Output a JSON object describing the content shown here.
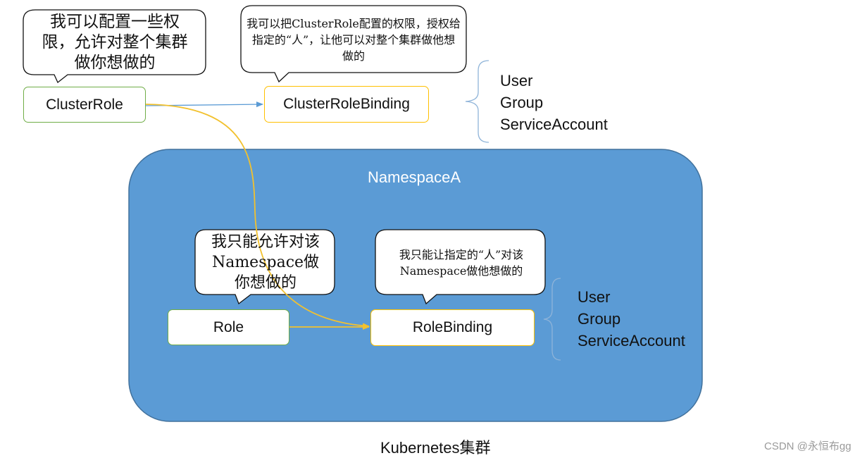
{
  "bubbles": {
    "clusterrole_note": "我可以配置一些权限，允许对整个集群做你想做的",
    "clusterrolebinding_note": "我可以把ClusterRole配置的权限，授权给指定的“人”，让他可以对整个集群做他想做的",
    "role_note": "我只能允许对该Namespace做你想做的",
    "rolebinding_note": "我只能让指定的“人”对该Namespace做他想做的"
  },
  "nodes": {
    "cluster_role": "ClusterRole",
    "cluster_role_binding": "ClusterRoleBinding",
    "role": "Role",
    "role_binding": "RoleBinding"
  },
  "subjects_top": [
    "User",
    "Group",
    "ServiceAccount"
  ],
  "subjects_bottom": [
    "User",
    "Group",
    "ServiceAccount"
  ],
  "namespace_label": "NamespaceA",
  "caption": "Kubernetes集群",
  "watermark": "CSDN @永恒布gg",
  "colors": {
    "namespace_fill": "#5b9bd5",
    "namespace_border": "#41719c",
    "cluster_role_border": "#70ad47",
    "binding_border": "#ffc000",
    "yellow_arrow": "#f2c12e",
    "blue_arrow": "#5b9bd5",
    "brace": "#8fb4d9"
  }
}
